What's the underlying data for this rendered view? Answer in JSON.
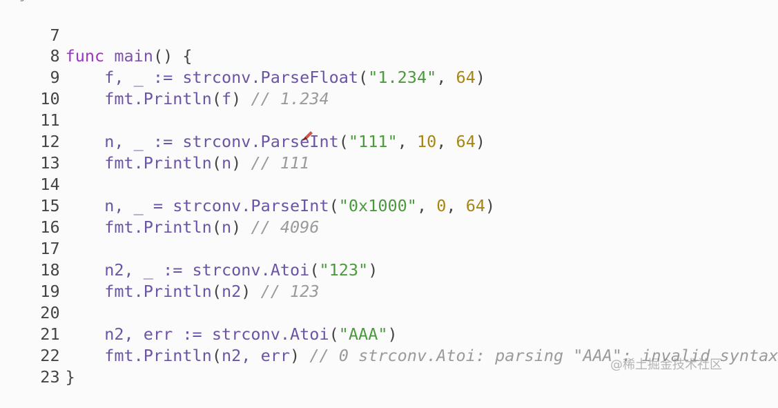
{
  "lines": [
    {
      "n": "7"
    },
    {
      "n": "8"
    },
    {
      "n": "9"
    },
    {
      "n": "10"
    },
    {
      "n": "11"
    },
    {
      "n": "12"
    },
    {
      "n": "13"
    },
    {
      "n": "14"
    },
    {
      "n": "15"
    },
    {
      "n": "16"
    },
    {
      "n": "17"
    },
    {
      "n": "18"
    },
    {
      "n": "19"
    },
    {
      "n": "20"
    },
    {
      "n": "21"
    },
    {
      "n": "22"
    },
    {
      "n": "23"
    }
  ],
  "code": {
    "l8": {
      "kw": "func",
      "fn": "main",
      "rest": "() {"
    },
    "l9": {
      "a": "f, _ := ",
      "pkg": "strconv.ParseFloat",
      "p1": "(",
      "s": "\"1.234\"",
      "p2": ", ",
      "n": "64",
      "p3": ")"
    },
    "l10": {
      "pkg": "fmt.Println",
      "p1": "(",
      "arg": "f",
      "p2": ") ",
      "c": "// 1.234"
    },
    "l12": {
      "a": "n, _ := ",
      "pkg": "strconv.ParseInt",
      "p1": "(",
      "s": "\"111\"",
      "p2": ", ",
      "n1": "10",
      "p3": ", ",
      "n2": "64",
      "p4": ")"
    },
    "l13": {
      "pkg": "fmt.Println",
      "p1": "(",
      "arg": "n",
      "p2": ") ",
      "c": "// 111"
    },
    "l15": {
      "a": "n, _ = ",
      "pkg": "strconv.ParseInt",
      "p1": "(",
      "s": "\"0x1000\"",
      "p2": ", ",
      "n1": "0",
      "p3": ", ",
      "n2": "64",
      "p4": ")"
    },
    "l16": {
      "pkg": "fmt.Println",
      "p1": "(",
      "arg": "n",
      "p2": ") ",
      "c": "// 4096"
    },
    "l18": {
      "a": "n2, _ := ",
      "pkg": "strconv.Atoi",
      "p1": "(",
      "s": "\"123\"",
      "p2": ")"
    },
    "l19": {
      "pkg": "fmt.Println",
      "p1": "(",
      "arg": "n2",
      "p2": ") ",
      "c": "// 123"
    },
    "l21": {
      "a": "n2, err := ",
      "pkg": "strconv.Atoi",
      "p1": "(",
      "s": "\"AAA\"",
      "p2": ")"
    },
    "l22": {
      "pkg": "fmt.Println",
      "p1": "(",
      "arg": "n2, err",
      "p2": ") ",
      "c": "// 0 strconv.Atoi: parsing \"AAA\": invalid syntax"
    },
    "l23": {
      "rest": "}"
    }
  },
  "watermark": "@稀土掘金技术社区",
  "colors": {
    "keyword": "#9b37c3",
    "identifier": "#6b54a6",
    "string": "#4a9a3c",
    "number": "#a78512",
    "comment": "#9a9a9a"
  }
}
